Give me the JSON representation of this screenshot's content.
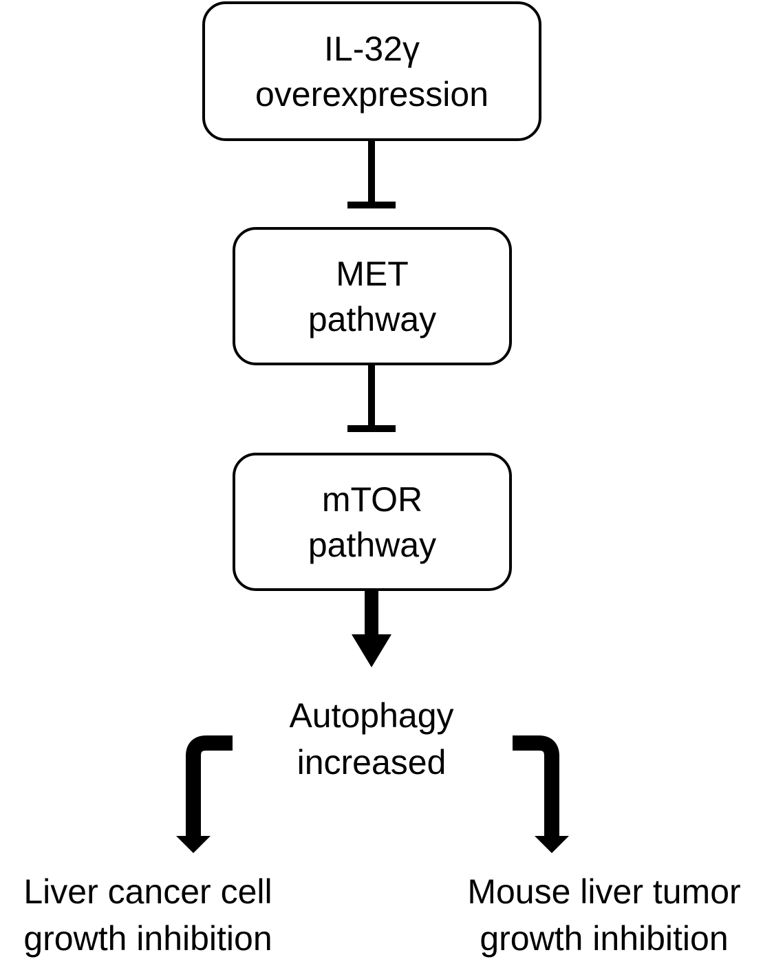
{
  "nodes": {
    "il32": {
      "line1": "IL-32γ",
      "line2": "overexpression"
    },
    "met": {
      "line1": "MET",
      "line2": "pathway"
    },
    "mtor": {
      "line1": "mTOR",
      "line2": "pathway"
    }
  },
  "outcome": {
    "line1": "Autophagy",
    "line2": "increased"
  },
  "results": {
    "left": {
      "line1": "Liver cancer cell",
      "line2": "growth inhibition"
    },
    "right": {
      "line1": "Mouse liver tumor",
      "line2": "growth inhibition"
    }
  },
  "edges": [
    {
      "from": "IL-32γ overexpression",
      "to": "MET pathway",
      "type": "inhibition"
    },
    {
      "from": "MET pathway",
      "to": "mTOR pathway",
      "type": "inhibition"
    },
    {
      "from": "mTOR pathway",
      "to": "Autophagy increased",
      "type": "activation"
    },
    {
      "from": "Autophagy increased",
      "to": "Liver cancer cell growth inhibition",
      "type": "activation"
    },
    {
      "from": "Autophagy increased",
      "to": "Mouse liver tumor growth inhibition",
      "type": "activation"
    }
  ],
  "colors": {
    "stroke": "#000000",
    "background": "#ffffff"
  }
}
